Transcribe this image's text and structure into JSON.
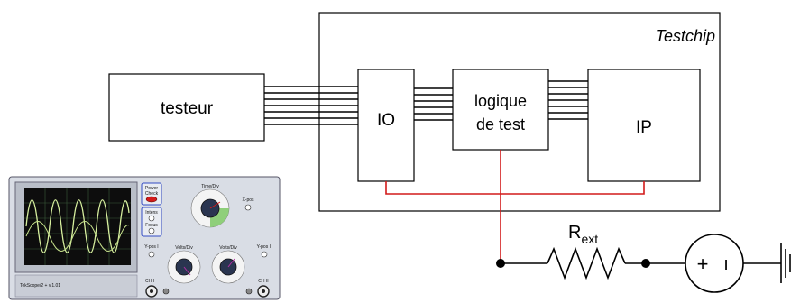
{
  "blocks": {
    "testchip_label": "Testchip",
    "testeur_label": "testeur",
    "io_label": "IO",
    "logique_line1": "logique",
    "logique_line2": "de test",
    "ip_label": "IP"
  },
  "resistor": {
    "label_main": "R",
    "label_sub": "ext"
  },
  "source": {
    "plus": "+",
    "minus": "ı"
  },
  "oscilloscope": {
    "power_label": "Power",
    "power_sub": "Check",
    "intens_label": "Intens",
    "focus_label": "Focus",
    "time_div_label": "Time/Div",
    "xpos_label": "X-pos",
    "ypos1_label": "Y-pos I",
    "ypos2_label": "Y-pos II",
    "volts_div1_label": "Volts/Div",
    "volts_div2_label": "Volts/Div",
    "ch1_label": "CH I",
    "ch2_label": "CH II",
    "footer": "TekScope/2 + v.1.01"
  },
  "colors": {
    "wire_red": "#d21a1a",
    "scope_body": "#d9dde5",
    "screen": "#0d0d0d",
    "trace": "#d6ef9e"
  }
}
